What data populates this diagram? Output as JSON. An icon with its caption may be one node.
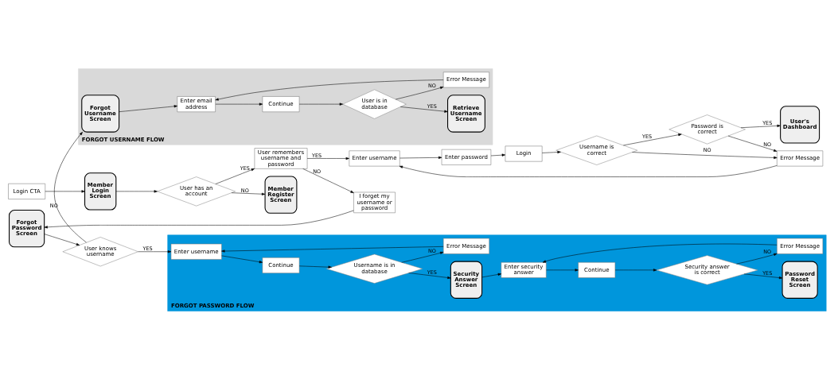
{
  "diagram": {
    "nodes": [
      {
        "text": [
          "Login CTA"
        ]
      },
      {
        "text": [
          "Member Login Screen"
        ]
      },
      {
        "text": [
          "User has an account"
        ]
      },
      {
        "text": [
          "User remembers username and password"
        ]
      },
      {
        "text": [
          "Enter username"
        ]
      },
      {
        "text": [
          "Enter password"
        ]
      },
      {
        "text": [
          "Login"
        ]
      },
      {
        "text": [
          "Username is correct"
        ]
      },
      {
        "text": [
          "Password is correct"
        ]
      },
      {
        "text": [
          "User's Dashboard"
        ]
      },
      {
        "text": [
          "Member Register Screen"
        ]
      },
      {
        "text": [
          "I forget my username or password"
        ]
      },
      {
        "text": [
          "Error Message"
        ]
      },
      {
        "text": [
          "Forgot Password Screen"
        ]
      },
      {
        "text": [
          "User knows username"
        ]
      },
      {
        "text": [
          "FORGOT PASSWORD FLOW"
        ]
      },
      {
        "text": [
          "Enter username"
        ],
        "in": 15
      },
      {
        "text": [
          "Continue"
        ],
        "in": 15
      },
      {
        "text": [
          "Username is in database"
        ],
        "in": 15
      },
      {
        "text": [
          "Security Answer Screen"
        ],
        "in": 15
      },
      {
        "text": [
          "Enter security answer"
        ],
        "in": 15
      },
      {
        "text": [
          "Continue"
        ],
        "in": 15
      },
      {
        "text": [
          "Security answer is correct"
        ],
        "in": 15
      },
      {
        "text": [
          "Password Reset Screen"
        ],
        "in": 15
      },
      {
        "text": [
          "Error Message"
        ],
        "in": 15
      },
      {
        "text": [
          "Error Message"
        ],
        "in": 15
      },
      {
        "text": [
          "FORGOT USERNAME FLOW"
        ]
      },
      {
        "text": [
          "Forgot Username Screen"
        ],
        "in": 26
      },
      {
        "text": [
          "Enter email address"
        ],
        "in": 26
      },
      {
        "text": [
          "Continue"
        ],
        "in": 26
      },
      {
        "text": [
          "User is in database"
        ],
        "in": 26
      },
      {
        "text": [
          "Retrieve Username Screen"
        ],
        "in": 26
      },
      {
        "text": [
          "Error Message"
        ],
        "in": 26
      }
    ],
    "edges": [
      {
        "from": 0,
        "to": 1,
        "arrow": "to"
      },
      {
        "from": 1,
        "to": 2,
        "arrow": "to"
      },
      {
        "from": 2,
        "to": 3,
        "arrow": "to",
        "label": "YES"
      },
      {
        "from": 2,
        "to": 10,
        "arrow": "to",
        "label": "NO"
      },
      {
        "from": 3,
        "to": 4,
        "arrow": "to",
        "label": "YES"
      },
      {
        "from": 3,
        "to": 11,
        "arrow": "to",
        "label": "NO"
      },
      {
        "from": 4,
        "to": 5,
        "arrow": "to"
      },
      {
        "from": 5,
        "to": 6,
        "arrow": "to"
      },
      {
        "from": 6,
        "to": 7,
        "arrow": "to"
      },
      {
        "from": 7,
        "to": 8,
        "arrow": "to",
        "label": "YES"
      },
      {
        "from": 7,
        "to": 12,
        "arrow": "to",
        "label": "NO"
      },
      {
        "from": 8,
        "to": 9,
        "arrow": "to",
        "label": "YES"
      },
      {
        "from": 8,
        "to": 12,
        "arrow": "to",
        "label": "NO"
      },
      {
        "from": 12,
        "to": 4,
        "arrow": "to"
      },
      {
        "from": 11,
        "to": 13,
        "arrow": "to"
      },
      {
        "from": 13,
        "to": 14,
        "arrow": "to"
      },
      {
        "from": 14,
        "to": 16,
        "arrow": "to",
        "label": "YES"
      },
      {
        "from": 14,
        "to": 27,
        "arrow": "to",
        "label": "NO"
      },
      {
        "from": 16,
        "to": 17,
        "arrow": "to"
      },
      {
        "from": 17,
        "to": 18,
        "arrow": "to"
      },
      {
        "from": 18,
        "to": 19,
        "arrow": "to",
        "label": "YES"
      },
      {
        "from": 18,
        "to": 24,
        "arrow": "to",
        "label": "NO"
      },
      {
        "from": 24,
        "to": 16,
        "arrow": "to"
      },
      {
        "from": 19,
        "to": 20,
        "arrow": "to"
      },
      {
        "from": 20,
        "to": 21,
        "arrow": "to"
      },
      {
        "from": 21,
        "to": 22,
        "arrow": "to"
      },
      {
        "from": 22,
        "to": 23,
        "arrow": "to",
        "label": "YES"
      },
      {
        "from": 22,
        "to": 25,
        "arrow": "to",
        "label": "NO"
      },
      {
        "from": 25,
        "to": 20,
        "arrow": "to"
      },
      {
        "from": 27,
        "to": 28,
        "arrow": "to"
      },
      {
        "from": 28,
        "to": 29,
        "arrow": "to"
      },
      {
        "from": 29,
        "to": 30,
        "arrow": "to"
      },
      {
        "from": 30,
        "to": 31,
        "arrow": "to",
        "label": "YES"
      },
      {
        "from": 30,
        "to": 32,
        "arrow": "to",
        "label": "NO"
      },
      {
        "from": 32,
        "to": 28,
        "arrow": "to"
      }
    ]
  }
}
